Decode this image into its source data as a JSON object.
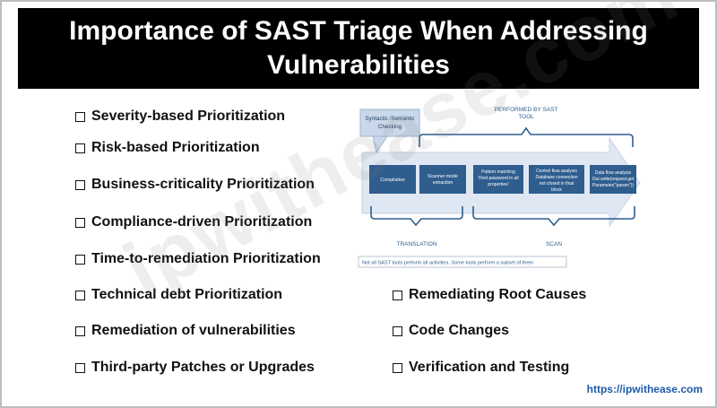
{
  "title": {
    "line1": "Importance of SAST Triage When Addressing",
    "line2": "Vulnerabilities"
  },
  "left_items": [
    "Severity-based Prioritization",
    "Risk-based Prioritization",
    "Business-criticality Prioritization",
    "Compliance-driven Prioritization",
    "Time-to-remediation Prioritization",
    "Technical debt Prioritization",
    "Remediation of vulnerabilities",
    "Third-party Patches or Upgrades"
  ],
  "right_items": [
    "Remediating Root Causes",
    "Code Changes",
    "Verification and Testing"
  ],
  "diagram": {
    "callout": "Syntactic /Semantic Checking",
    "performed_label": "PERFORMED BY SAST TOOL",
    "steps": [
      "Compilation",
      "Scanner mode extraction",
      "Pattern matching 'Find password in all properties'",
      "Control flow analysis Database connection not closed in final block",
      "Data flow analysis Out.write(request.get Parameter(\"param\"))"
    ],
    "translation_label": "TRANSLATION",
    "scan_label": "SCAN",
    "note": "Not all SAST tools perform all activities. Some tools perform a subset of them"
  },
  "watermark": "ipwithease.com",
  "footer_url": "https://ipwithease.com",
  "colors": {
    "banner_bg": "#000000",
    "step_fill": "#2e5d8e",
    "arrow_fill": "#dfe7f2",
    "callout_fill": "#c9d8ea",
    "link": "#1e5aa8"
  }
}
